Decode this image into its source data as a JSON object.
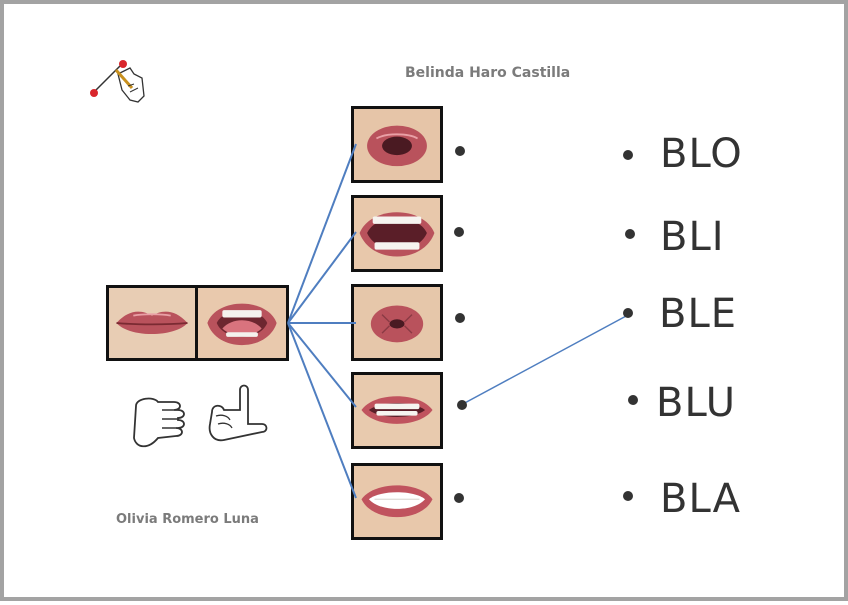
{
  "credits": {
    "top": "Belinda Haro Castilla",
    "bottom": "Olivia Romero Luna"
  },
  "syllables": [
    "BLO",
    "BLI",
    "BLE",
    "BLU",
    "BLA"
  ],
  "colors": {
    "frame": "#a3a3a3",
    "connector": "#4f7ec0",
    "syllable_text": "#333333",
    "credit_text": "#7b7b7b",
    "lips": "#b8535d"
  },
  "icons": {
    "tool": "pencil-hand-icon",
    "sign_b": "hand-sign-b-icon",
    "sign_l": "hand-sign-l-icon"
  }
}
